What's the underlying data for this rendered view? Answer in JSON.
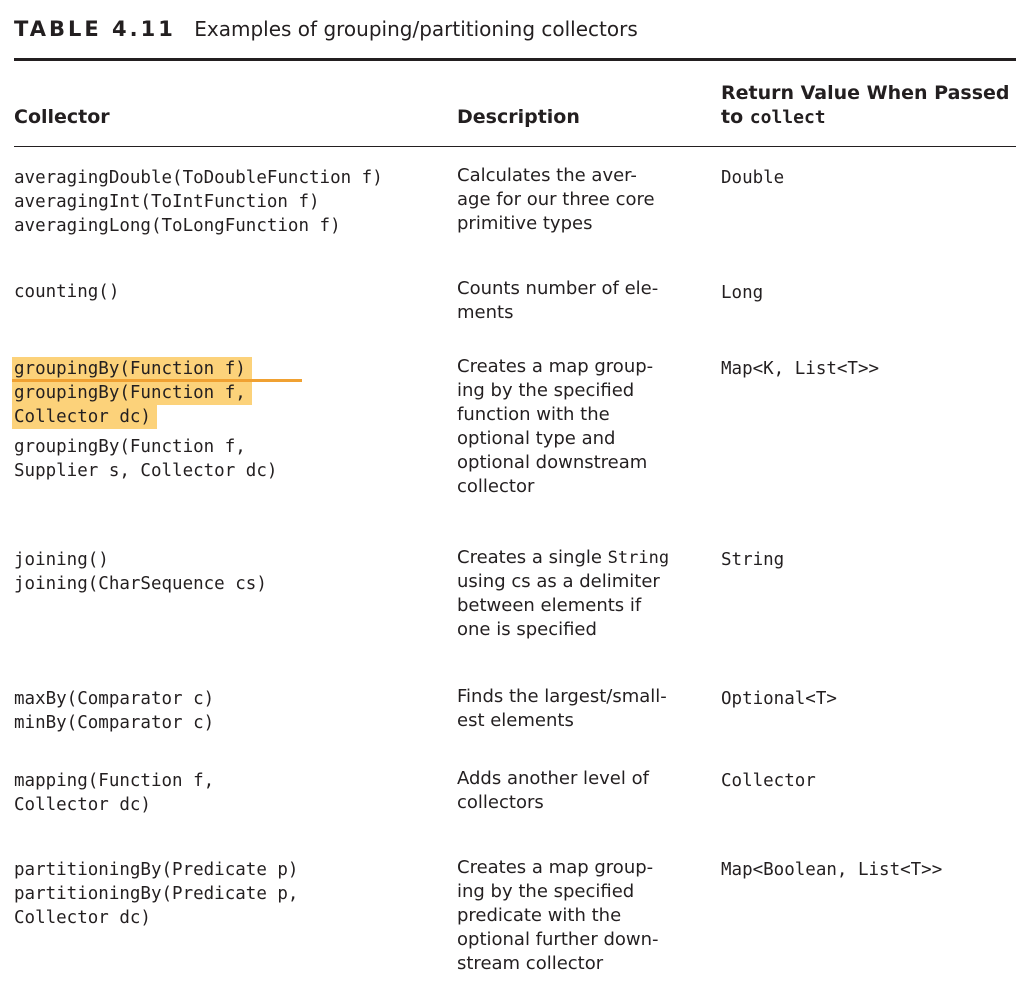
{
  "caption": {
    "label": "TABLE 4.11",
    "title": "Examples of grouping/partitioning collectors"
  },
  "headers": {
    "collector": "Collector",
    "description": "Description",
    "return_line1": "Return Value When Passed",
    "return_line2_prefix": "to ",
    "return_line2_code": "collect"
  },
  "rows": [
    {
      "collector": [
        "averagingDouble(ToDoubleFunction f)",
        "averagingInt(ToIntFunction f)",
        "averagingLong(ToLongFunction f)"
      ],
      "description": [
        "Calculates the aver-",
        "age for our three core",
        "primitive types"
      ],
      "return": "Double"
    },
    {
      "collector": [
        "counting()"
      ],
      "description": [
        "Counts number of ele-",
        "ments"
      ],
      "return": "Long"
    },
    {
      "collector_highlighted": [
        "groupingBy(Function f)",
        "groupingBy(Function f,",
        "Collector dc)"
      ],
      "collector": [
        "groupingBy(Function f,",
        "Supplier s, Collector dc)"
      ],
      "description": [
        "Creates a map group-",
        "ing by the specified",
        "function with the",
        "optional type and",
        "optional downstream",
        "collector"
      ],
      "return": "Map<K, List<T>>"
    },
    {
      "collector": [
        "joining()",
        "joining(CharSequence cs)"
      ],
      "description_line1_prefix": "Creates a single ",
      "description_line1_code": "String",
      "description": [
        "using cs as a delimiter",
        "between elements if",
        "one is specified"
      ],
      "return": "String"
    },
    {
      "collector": [
        "maxBy(Comparator c)",
        "minBy(Comparator c)"
      ],
      "description": [
        "Finds the largest/small-",
        "est elements"
      ],
      "return": "Optional<T>"
    },
    {
      "collector": [
        "mapping(Function f,",
        "Collector dc)"
      ],
      "description": [
        "Adds another level of",
        "collectors"
      ],
      "return": "Collector"
    },
    {
      "collector": [
        "partitioningBy(Predicate p)",
        "partitioningBy(Predicate p,",
        "Collector dc)"
      ],
      "description": [
        "Creates a map group-",
        "ing by the specified",
        "predicate with the",
        "optional further down-",
        "stream collector"
      ],
      "return": "Map<Boolean, List<T>>"
    }
  ],
  "colors": {
    "text": "#231f20",
    "highlight": "#fcd27a",
    "highlight_rule": "#f0a132"
  }
}
